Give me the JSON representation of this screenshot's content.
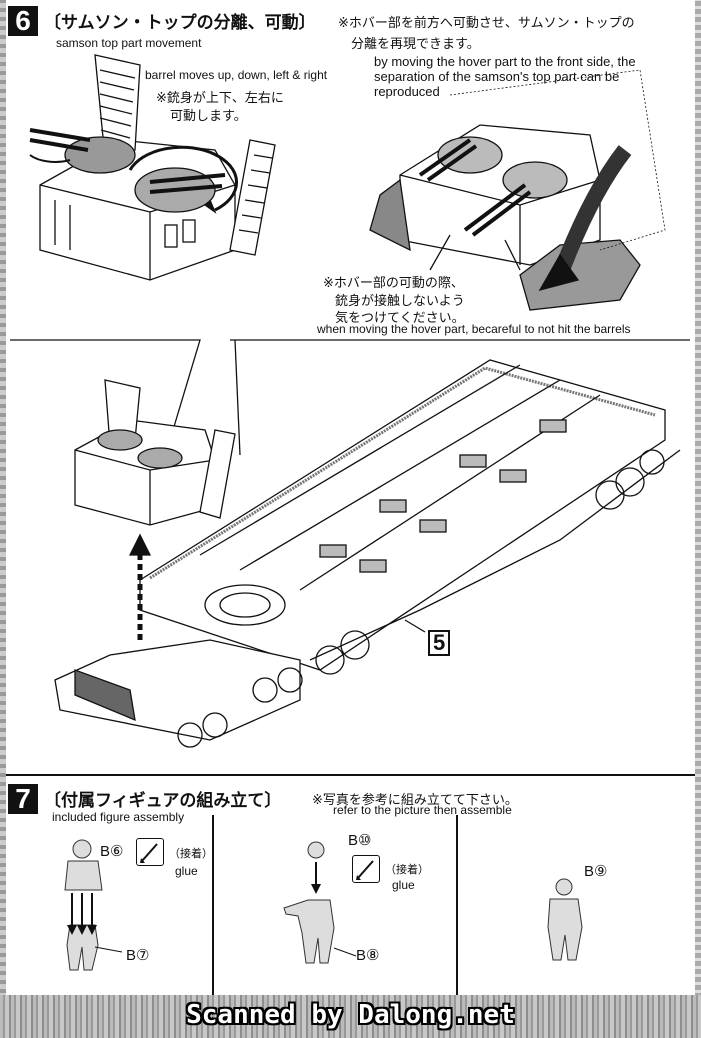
{
  "step6": {
    "number": "6",
    "title": "〔サムソン・トップの分離、可動〕",
    "title_en": "samson top part movement",
    "note_jp_line1": "※ホバー部を前方へ可動させ、サムソン・トップの",
    "note_jp_line2": "分離を再現できます。",
    "note_en": "by moving the hover part to the front side, the separation of the samson's top part can be reproduced",
    "barrel_en": "barrel moves up, down, left & right",
    "barrel_jp_line1": "※銃身が上下、左右に",
    "barrel_jp_line2": "可動します。",
    "caution_jp_line1": "※ホバー部の可動の際、",
    "caution_jp_line2": "銃身が接触しないよう",
    "caution_jp_line3": "気をつけてください。",
    "caution_en": "when moving the hover part, becareful to not hit the barrels",
    "part_number": "5"
  },
  "step7": {
    "number": "7",
    "title": "〔付属フィギュアの組み立て〕",
    "title_en": "included figure assembly",
    "note_jp": "※写真を参考に組み立てて下さい。",
    "note_en": "refer to the picture then assemble",
    "figure1": {
      "part_a": "B⑥",
      "part_b": "B⑦",
      "glue_jp": "（接着）",
      "glue_en": "glue"
    },
    "figure2": {
      "part_a": "B⑩",
      "part_b": "B⑧",
      "glue_jp": "（接着）",
      "glue_en": "glue"
    },
    "figure3": {
      "part_a": "B⑨"
    }
  },
  "footer": {
    "watermark": "Scanned by Dalong.net"
  }
}
